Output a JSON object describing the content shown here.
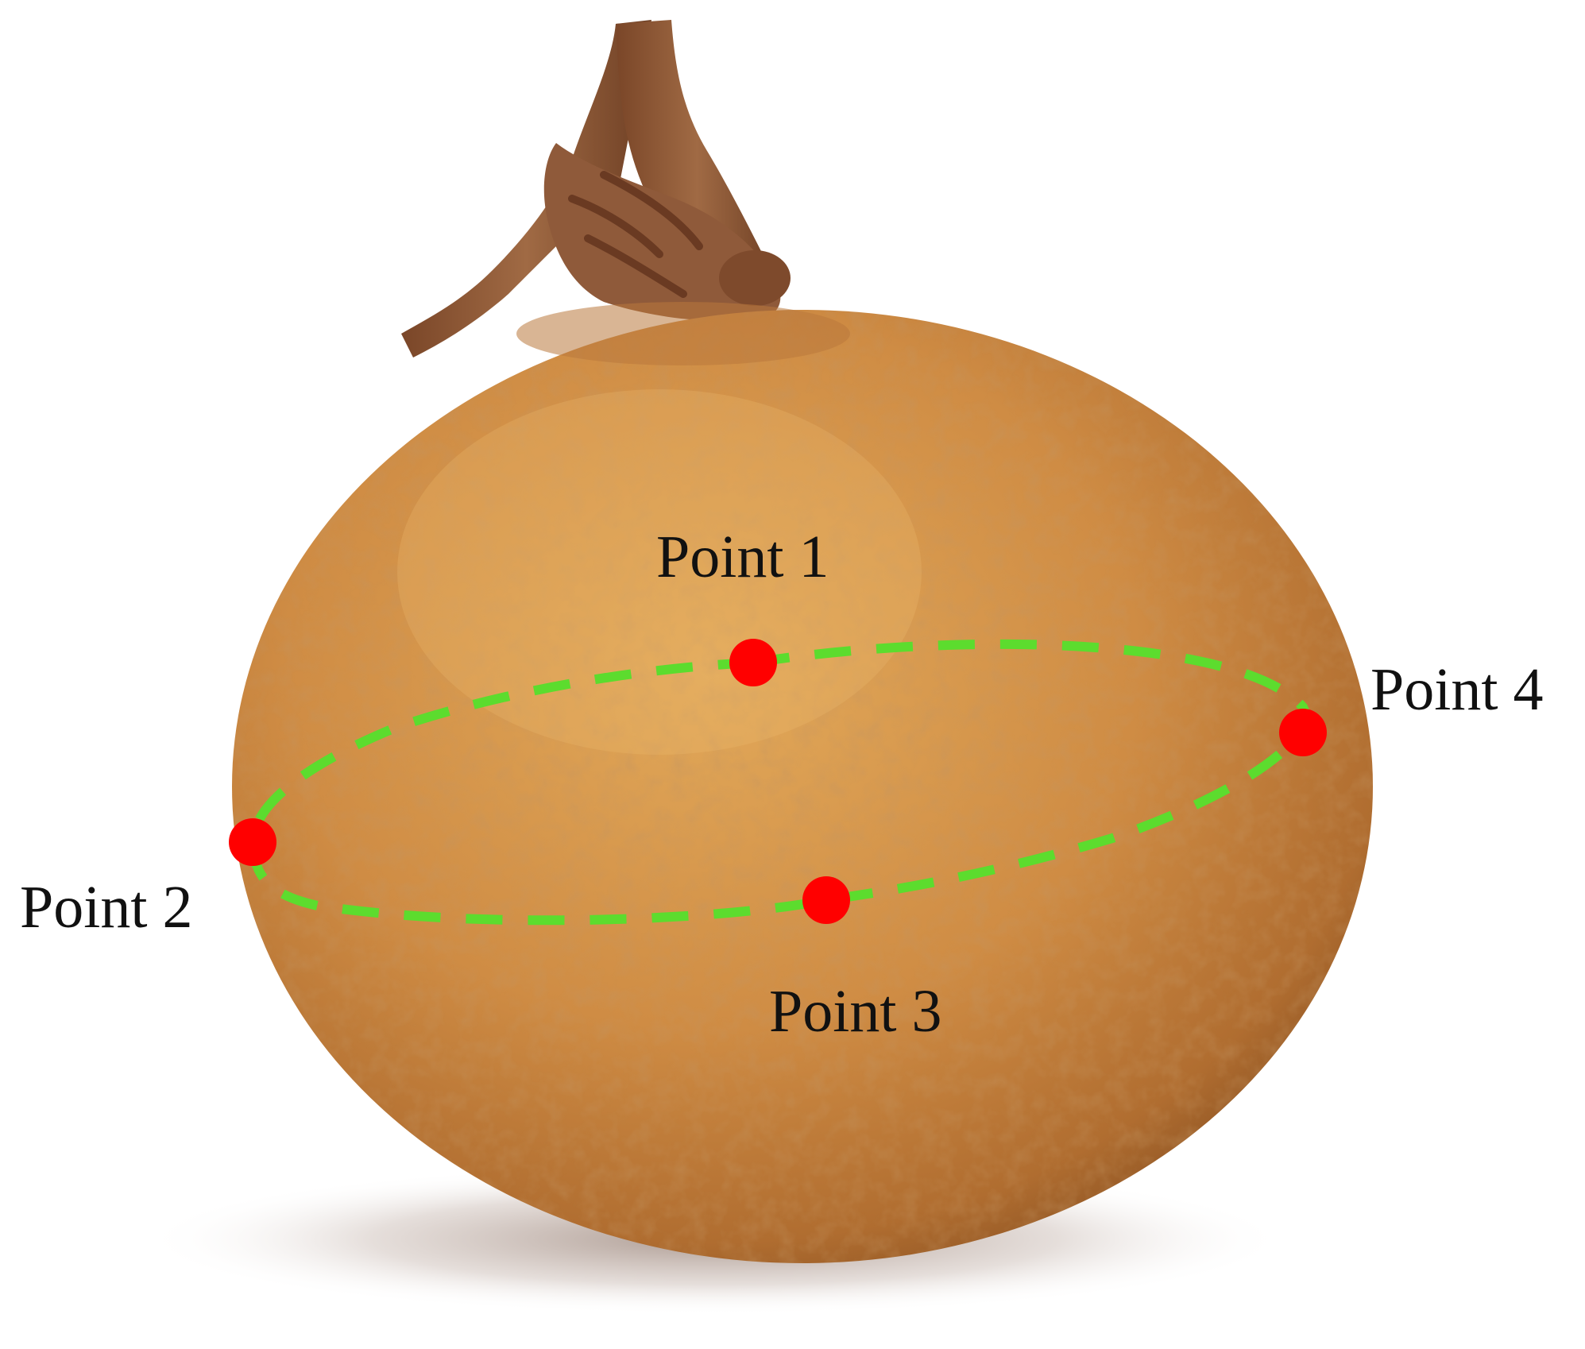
{
  "figure": {
    "subject": "longan-fruit",
    "points": [
      {
        "id": 1,
        "label": "Point 1"
      },
      {
        "id": 2,
        "label": "Point 2"
      },
      {
        "id": 3,
        "label": "Point 3"
      },
      {
        "id": 4,
        "label": "Point 4"
      }
    ]
  },
  "colors": {
    "background": "#ffffff",
    "fruit_light": "#e0a455",
    "fruit_base": "#c9843e",
    "fruit_dark": "#9a5a26",
    "stem": "#8a5434",
    "measurement_line": "#5cdc2e",
    "point_marker": "#ff0000",
    "label_text": "#111111"
  }
}
